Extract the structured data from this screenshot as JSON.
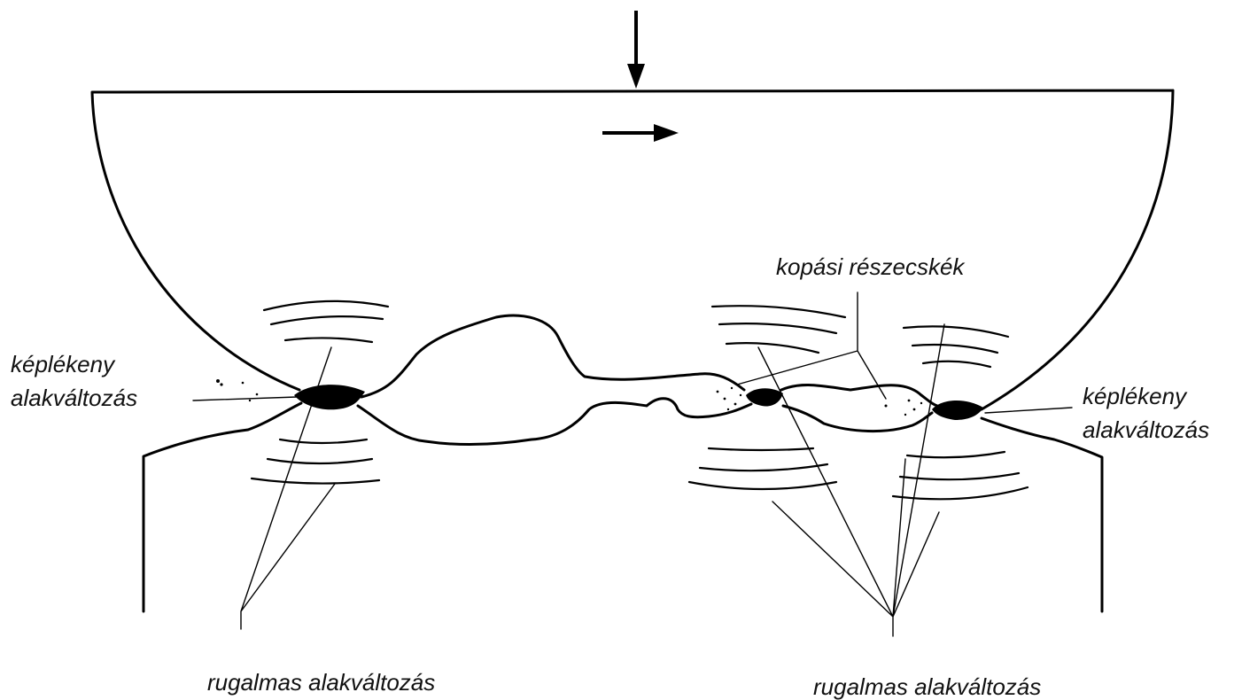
{
  "labels": {
    "plastic_left_line1": "képlékeny",
    "plastic_left_line2": "alakváltozás",
    "plastic_right_line1": "képlékeny",
    "plastic_right_line2": "alakváltozás",
    "wear_particles": "kopási részecskék",
    "elastic_left": "rugalmas alakváltozás",
    "elastic_right": "rugalmas alakváltozás"
  },
  "colors": {
    "ink": "#000000",
    "background": "#ffffff"
  }
}
